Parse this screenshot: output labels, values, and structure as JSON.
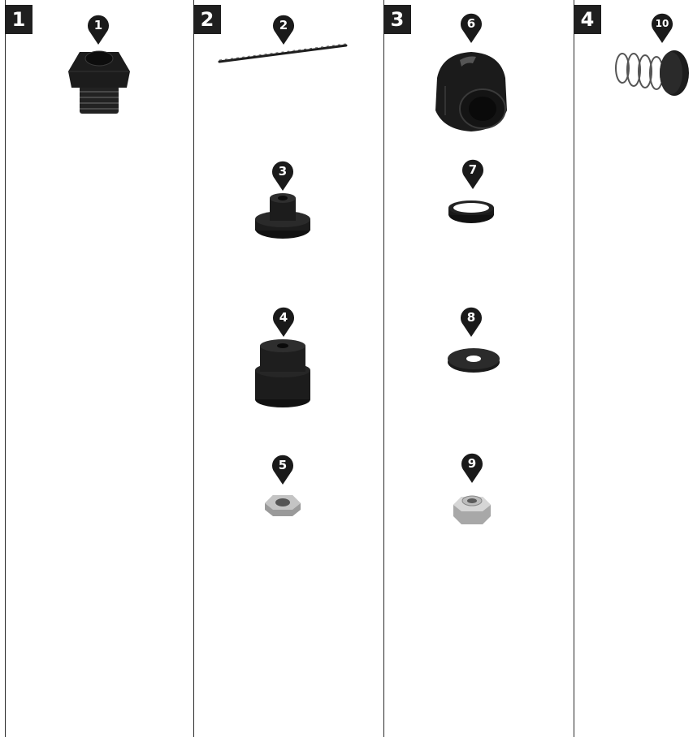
{
  "steps": [
    {
      "label": "1"
    },
    {
      "label": "2"
    },
    {
      "label": "3"
    },
    {
      "label": "4"
    }
  ],
  "parts": [
    {
      "number": "1",
      "icon": "threaded-bushing-icon"
    },
    {
      "number": "2",
      "icon": "wire-icon"
    },
    {
      "number": "3",
      "icon": "flanged-insert-icon"
    },
    {
      "number": "4",
      "icon": "stepped-plug-icon"
    },
    {
      "number": "5",
      "icon": "hex-nut-icon"
    },
    {
      "number": "6",
      "icon": "cap-nut-icon"
    },
    {
      "number": "7",
      "icon": "ring-icon"
    },
    {
      "number": "8",
      "icon": "washer-icon"
    },
    {
      "number": "9",
      "icon": "lock-nut-icon"
    },
    {
      "number": "10",
      "icon": "spring-with-disc-icon"
    }
  ],
  "colors": {
    "badge": "#1f1f1f",
    "pin": "#1a1a1a",
    "part_dark": "#1c1c1c",
    "part_metal": "#b8b8b8"
  }
}
